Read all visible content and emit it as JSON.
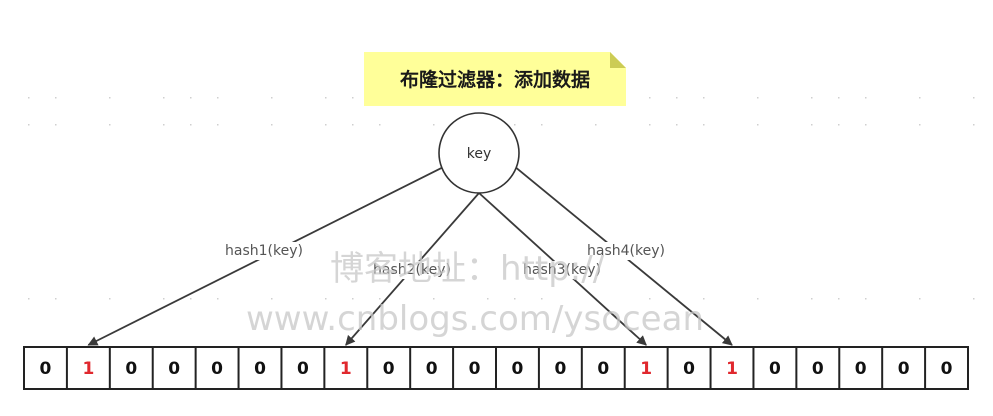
{
  "title": "布隆过滤器：添加数据",
  "node": {
    "label": "key"
  },
  "edges": [
    {
      "label": "hash1(key)",
      "target_index": 1
    },
    {
      "label": "hash2(key)",
      "target_index": 7
    },
    {
      "label": "hash3(key)",
      "target_index": 14
    },
    {
      "label": "hash4(key)",
      "target_index": 16
    }
  ],
  "bit_array": [
    "0",
    "1",
    "0",
    "0",
    "0",
    "0",
    "0",
    "1",
    "0",
    "0",
    "0",
    "0",
    "0",
    "0",
    "1",
    "0",
    "1",
    "0",
    "0",
    "0",
    "0",
    "0"
  ],
  "colors": {
    "note_fill": "#ffff99",
    "note_fold": "#cccc55",
    "set_bit": "#e0282e",
    "unset_bit": "#111111",
    "arrow": "#3a3a3a"
  },
  "watermark": {
    "line1": "博客地址：http://",
    "line2": "www.cnblogs.com/ysocean"
  }
}
